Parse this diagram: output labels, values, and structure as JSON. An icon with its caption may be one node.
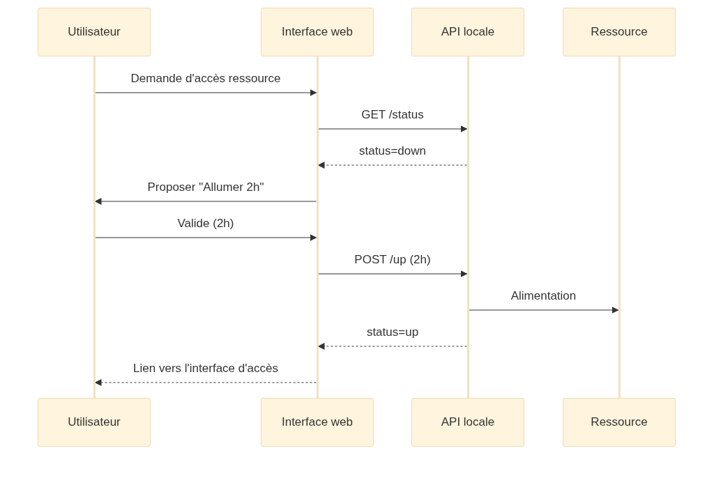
{
  "diagram": {
    "nodes": [
      {
        "text": [
          "Utilisateur"
        ]
      },
      {
        "text": [
          "Interface web"
        ]
      },
      {
        "text": [
          "API locale"
        ]
      },
      {
        "text": [
          "Ressource"
        ]
      },
      {
        "text": [],
        "shape": "bar"
      },
      {
        "text": [],
        "shape": "bar"
      },
      {
        "text": [],
        "shape": "bar"
      },
      {
        "text": [],
        "shape": "bar"
      },
      {
        "text": [
          "Utilisateur"
        ]
      },
      {
        "text": [
          "Interface web"
        ]
      },
      {
        "text": [
          "API locale"
        ]
      },
      {
        "text": [
          "Ressource"
        ]
      }
    ],
    "edges": [
      {
        "from": 4,
        "to": 5,
        "arrow": "to",
        "label": "Demande d'accès ressource"
      },
      {
        "from": 5,
        "to": 6,
        "arrow": "to",
        "label": "GET /status"
      },
      {
        "from": 6,
        "to": 5,
        "arrow": "to",
        "label": "status=down",
        "style": "dashed"
      },
      {
        "from": 5,
        "to": 4,
        "arrow": "to",
        "label": "Proposer \"Allumer 2h\""
      },
      {
        "from": 4,
        "to": 5,
        "arrow": "to",
        "label": "Valide (2h)"
      },
      {
        "from": 5,
        "to": 6,
        "arrow": "to",
        "label": "POST /up (2h)"
      },
      {
        "from": 6,
        "to": 7,
        "arrow": "to",
        "label": "Alimentation"
      },
      {
        "from": 6,
        "to": 5,
        "arrow": "to",
        "label": "status=up",
        "style": "dashed"
      },
      {
        "from": 5,
        "to": 4,
        "arrow": "to",
        "label": "Lien vers l'interface d'accès",
        "style": "dashed"
      }
    ]
  }
}
